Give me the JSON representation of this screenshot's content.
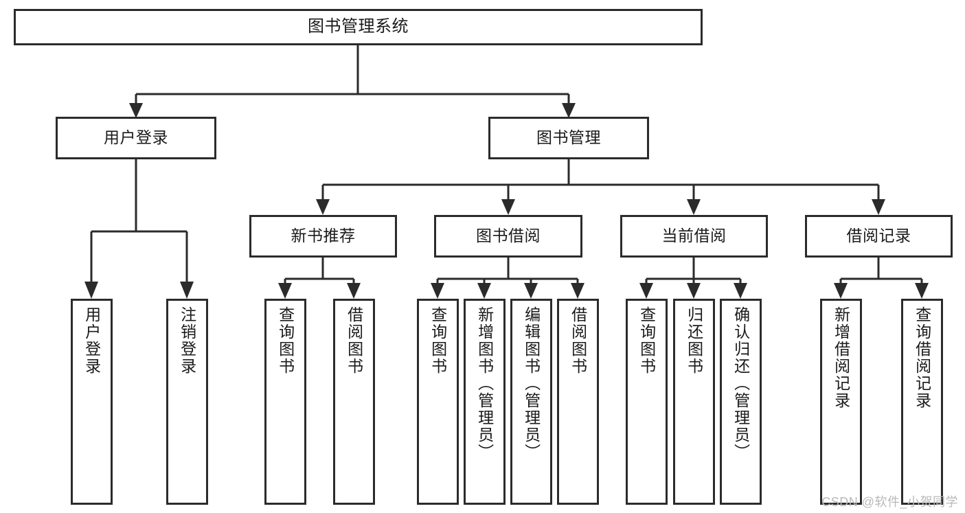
{
  "diagram": {
    "title": "图书管理系统",
    "type": "functional-structure-tree",
    "watermark": "CSDN @软件_小贺同学",
    "colors": {
      "stroke": "#2b2b2b",
      "fill": "#ffffff",
      "text": "#1a1a1a",
      "watermark": "#b9b9b9"
    }
  },
  "nodes": {
    "root": {
      "label": "图书管理系统"
    },
    "level2": [
      {
        "id": "user-login",
        "label": "用户登录"
      },
      {
        "id": "book-manage",
        "label": "图书管理"
      }
    ],
    "level3": [
      {
        "id": "new-book-recommend",
        "label": "新书推荐"
      },
      {
        "id": "book-borrow",
        "label": "图书借阅"
      },
      {
        "id": "current-borrow",
        "label": "当前借阅"
      },
      {
        "id": "borrow-record",
        "label": "借阅记录"
      }
    ],
    "leaves": {
      "user-login": [
        {
          "id": "leaf-user-login",
          "label": "用户登录"
        },
        {
          "id": "leaf-logout",
          "label": "注销登录"
        }
      ],
      "new-book-recommend": [
        {
          "id": "leaf-query-book-1",
          "label": "查询图书"
        },
        {
          "id": "leaf-borrow-book-1",
          "label": "借阅图书"
        }
      ],
      "book-borrow": [
        {
          "id": "leaf-query-book-2",
          "label": "查询图书"
        },
        {
          "id": "leaf-add-book",
          "label": "新增图书（管理员）"
        },
        {
          "id": "leaf-edit-book",
          "label": "编辑图书（管理员）"
        },
        {
          "id": "leaf-borrow-book-2",
          "label": "借阅图书"
        }
      ],
      "current-borrow": [
        {
          "id": "leaf-query-book-3",
          "label": "查询图书"
        },
        {
          "id": "leaf-return-book",
          "label": "归还图书"
        },
        {
          "id": "leaf-confirm-return",
          "label": "确认归还（管理员）"
        }
      ],
      "borrow-record": [
        {
          "id": "leaf-add-record",
          "label": "新增借阅记录"
        },
        {
          "id": "leaf-query-record",
          "label": "查询借阅记录"
        }
      ]
    }
  }
}
